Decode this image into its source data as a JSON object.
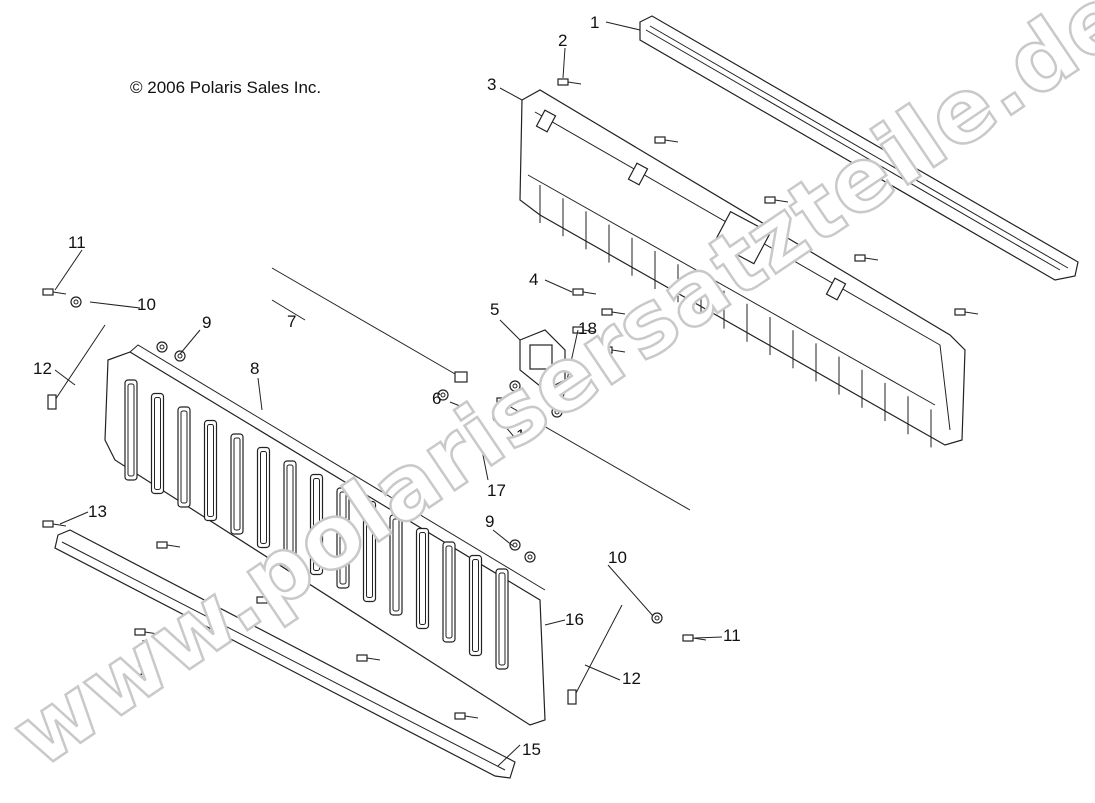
{
  "copyright": "© 2006 Polaris Sales Inc.",
  "watermark": "www.polarisersatzteile.de",
  "callouts": [
    "1",
    "2",
    "3",
    "4",
    "5",
    "6",
    "7",
    "8",
    "9",
    "9",
    "10",
    "10",
    "10",
    "10",
    "11",
    "11",
    "12",
    "12",
    "13",
    "14",
    "15",
    "16",
    "17",
    "18"
  ]
}
